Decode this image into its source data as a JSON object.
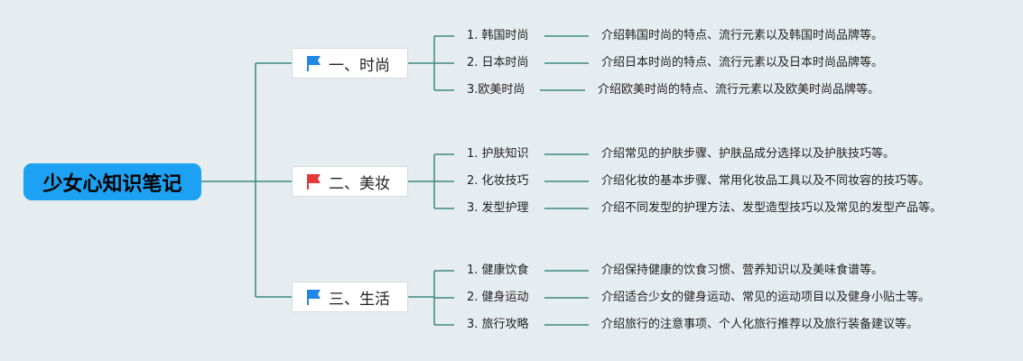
{
  "root": {
    "title": "少女心知识笔记"
  },
  "colors": {
    "root_bg": "#1da1f2",
    "line": "#3d8a7c",
    "flag_blue": "#1e88e5",
    "flag_red": "#e53935",
    "background": "#e6edf0"
  },
  "branches": [
    {
      "label": "一、时尚",
      "flag_icon": "blue-flag-icon",
      "items": [
        {
          "label": "1. 韩国时尚",
          "desc": "介绍韩国时尚的特点、流行元素以及韩国时尚品牌等。"
        },
        {
          "label": "2. 日本时尚",
          "desc": "介绍日本时尚的特点、流行元素以及日本时尚品牌等。"
        },
        {
          "label": "3.欧美时尚",
          "desc": "介绍欧美时尚的特点、流行元素以及欧美时尚品牌等。"
        }
      ]
    },
    {
      "label": "二、美妆",
      "flag_icon": "red-flag-icon",
      "items": [
        {
          "label": "1. 护肤知识",
          "desc": "介绍常见的护肤步骤、护肤品成分选择以及护肤技巧等。"
        },
        {
          "label": "2. 化妆技巧",
          "desc": "介绍化妆的基本步骤、常用化妆品工具以及不同妆容的技巧等。"
        },
        {
          "label": "3. 发型护理",
          "desc": "介绍不同发型的护理方法、发型造型技巧以及常见的发型产品等。"
        }
      ]
    },
    {
      "label": "三、生活",
      "flag_icon": "blue-flag-icon",
      "items": [
        {
          "label": "1. 健康饮食",
          "desc": "介绍保持健康的饮食习惯、营养知识以及美味食谱等。"
        },
        {
          "label": "2. 健身运动",
          "desc": "介绍适合少女的健身运动、常见的运动项目以及健身小贴士等。"
        },
        {
          "label": "3. 旅行攻略",
          "desc": "介绍旅行的注意事项、个人化旅行推荐以及旅行装备建议等。"
        }
      ]
    }
  ]
}
